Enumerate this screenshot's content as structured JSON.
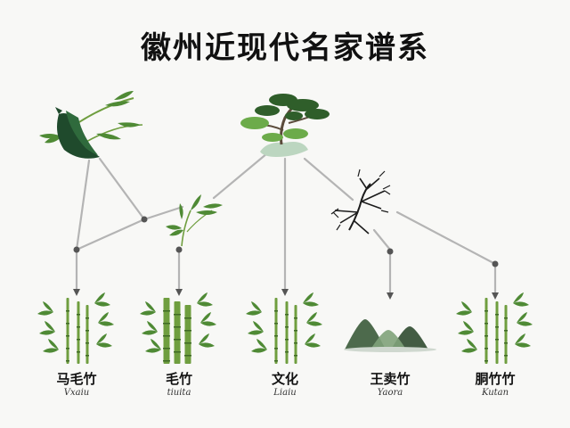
{
  "title": "徽州近现代名家谱系",
  "colors": {
    "connector": "#b4b4b4",
    "arrow": "#555555",
    "bamboo_leaf": "#4f8a35",
    "bamboo_stem": "#6f9e3f",
    "ink": "#1c1c1c",
    "tree_dark": "#2f5e2a",
    "tree_light": "#6cab4a",
    "rock": "#bcd6c0"
  },
  "nodes": [
    {
      "id": "ink-bamboo",
      "icon": "ink-bamboo-icon"
    },
    {
      "id": "pine-tree",
      "icon": "pine-tree-icon"
    },
    {
      "id": "young-bamboo",
      "icon": "young-bamboo-icon"
    },
    {
      "id": "ink-pine",
      "icon": "ink-pine-icon"
    }
  ],
  "leaves": [
    {
      "zh": "马毛竹",
      "pinyin": "Vxaiu",
      "icon": "bamboo-icon"
    },
    {
      "zh": "毛竹",
      "pinyin": "tiuita",
      "icon": "thick-bamboo-icon"
    },
    {
      "zh": "文化",
      "pinyin": "Liaiu",
      "icon": "bamboo-icon"
    },
    {
      "zh": "王卖竹",
      "pinyin": "Yaora",
      "icon": "mountain-icon"
    },
    {
      "zh": "胴竹竹",
      "pinyin": "Kutan",
      "icon": "bamboo-icon"
    }
  ]
}
